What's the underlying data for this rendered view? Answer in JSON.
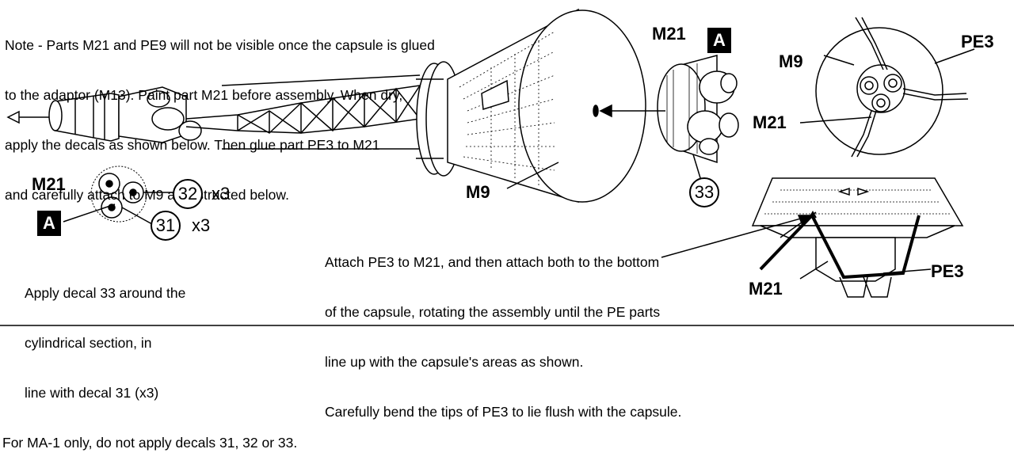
{
  "notes": {
    "top_note": [
      "Note - Parts M21 and PE9 will not be visible once the capsule is glued",
      "to the adaptor (M13). Paint part M21 before assembly. When dry,",
      "apply the decals as shown below. Then glue part PE3 to M21",
      "and carefully attach to M9 as instructed below."
    ],
    "attach_note": [
      "Attach PE3 to M21, and then attach both to the bottom",
      "of the capsule, rotating the assembly until the PE parts",
      "line up with the capsule's areas as shown.",
      "Carefully bend the tips of PE3 to lie flush with the capsule."
    ],
    "decal_note": [
      "Apply decal 33 around the",
      "cylindrical section, in",
      "line with decal 31 (x3)",
      "For MA-1 only, do not apply decals 31, 32 or 33."
    ]
  },
  "labels": {
    "m21_top": "M21",
    "a_top": "A",
    "m9_main": "M9",
    "m9_top": "M9",
    "pe3_top": "PE3",
    "m21_right": "M21",
    "m21_decal": "M21",
    "a_decal": "A",
    "m21_bottom": "M21",
    "pe3_bottom": "PE3"
  },
  "decals": {
    "d32": "32",
    "d32_qty": "x3",
    "d31": "31",
    "d31_qty": "x3",
    "d33": "33"
  }
}
